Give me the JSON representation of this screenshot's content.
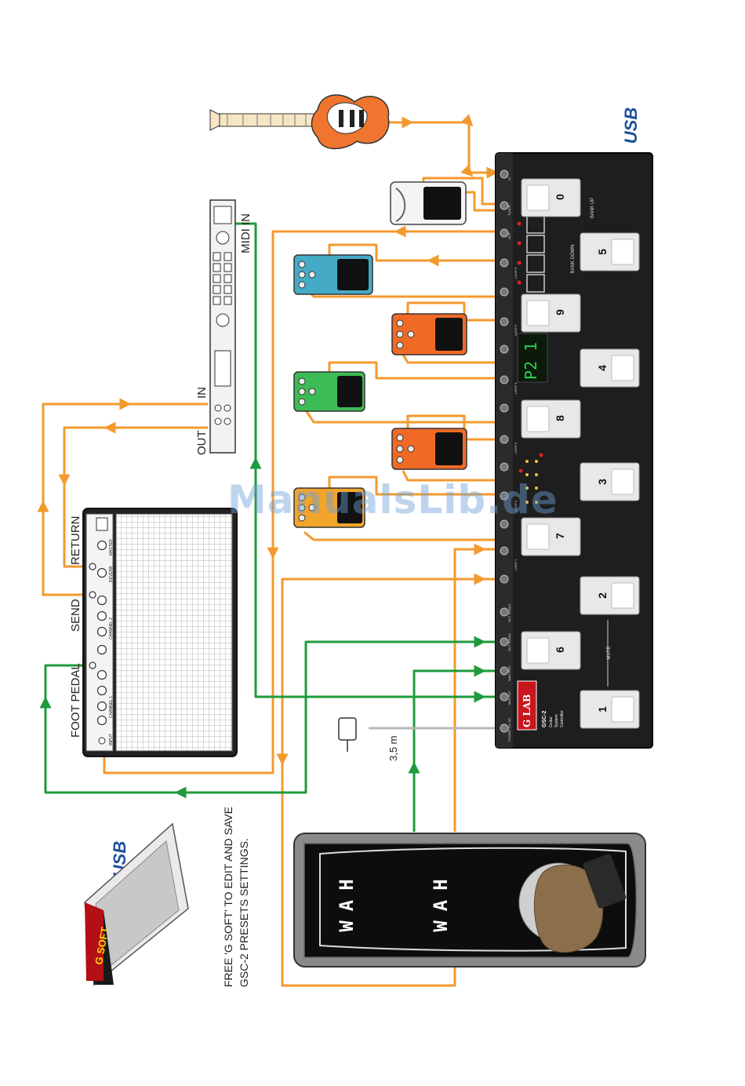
{
  "labels": {
    "midi_in": "MIDI IN",
    "in": "IN",
    "out": "OUT",
    "return": "RETURN",
    "send": "SEND",
    "foot_pedal": "FOOT PEDAL",
    "cable_length": "3,5 m",
    "gsoft_line1": "FREE 'G SOFT' TO EDIT AND SAVE",
    "gsoft_line2": "GSC-2 PRESETS SETTINGS.",
    "usb": "USB",
    "g_soft": "G SOFT",
    "wah_1": "WAH",
    "wah_2": "WAH",
    "watermark": "ManualsLib.de"
  },
  "amp": {
    "input": "INPUT",
    "channel_1": "CHANNEL 1",
    "channel_2": "CHANNEL 2",
    "reverb": "REVERB",
    "master": "MASTER"
  },
  "controller": {
    "brand": "G LAB",
    "model": "GSC-2",
    "subtitle_1": "Guitar",
    "subtitle_2": "System",
    "subtitle_3": "Controller",
    "display": "P2 1",
    "bank_up": "BANK UP",
    "bank_down": "BANK DOWN",
    "mute": "MUTE",
    "power_dc": "POWER 12V DC",
    "midi_out": "MIDI OUT",
    "wah_pro": "WAH-PRO",
    "out_sw12": "OUT SW1&2",
    "out_sw34": "OUT SW3&4",
    "out": "OUT",
    "tuner": "TUNER",
    "in": "IN",
    "loop_1": "LOOP 1",
    "loop_2": "LOOP 2",
    "loop_3": "LOOP 3",
    "loop_4": "LOOP 4",
    "loop_5": "LOOP 5",
    "loop_6": "LOOP 6",
    "switch_1": "1",
    "switch_2": "2",
    "switch_3": "3",
    "switch_4": "4",
    "switch_5": "5",
    "switch_6": "6",
    "switch_7": "7",
    "switch_8": "8",
    "switch_9": "9",
    "switch_0": "0"
  },
  "colors": {
    "audio_cable": "#f39a2e",
    "midi_cable": "#1f9b3c",
    "power_cable": "#b8b8b8",
    "controller_body": "#1e1e1e",
    "pedal_blue": "#45aac6",
    "pedal_orange": "#f06a26",
    "pedal_green": "#3dbb56",
    "pedal_yellow": "#f3a42b",
    "guitar_body": "#f0752e"
  }
}
